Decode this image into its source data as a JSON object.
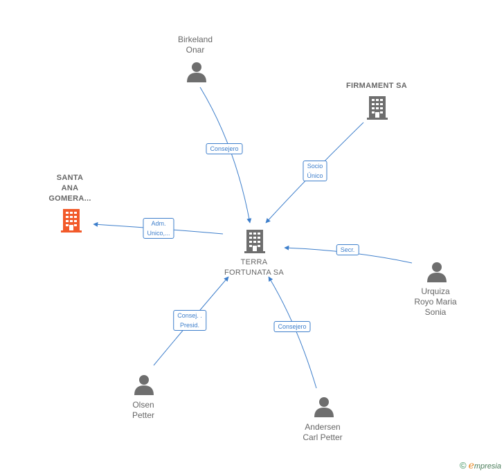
{
  "hub": {
    "name": "TERRA\nFORTUNATA SA"
  },
  "nodes": {
    "birkeland": {
      "name": "Birkeland\nOnar",
      "type": "person"
    },
    "firmament": {
      "name": "FIRMAMENT SA",
      "type": "company"
    },
    "santa_ana": {
      "name": "SANTA\nANA\nGOMERA...",
      "type": "company",
      "highlight_color": "#f25a2a"
    },
    "urquiza": {
      "name": "Urquiza\nRoyo Maria\nSonia",
      "type": "person"
    },
    "olsen": {
      "name": "Olsen\nPetter",
      "type": "person"
    },
    "andersen": {
      "name": "Andersen\nCarl Petter",
      "type": "person"
    }
  },
  "edges": {
    "birkeland": {
      "label": "Consejero"
    },
    "firmament": {
      "label": "Socio\nÚnico"
    },
    "santa_ana": {
      "label": "Adm.\nUnico,..."
    },
    "urquiza": {
      "label": "Secr."
    },
    "olsen": {
      "label": "Consej. .\nPresid."
    },
    "andersen": {
      "label": "Consejero"
    }
  },
  "colors": {
    "edge": "#3d7ecb",
    "icon": "#6e6e6e",
    "text": "#666666"
  },
  "footer": {
    "copyright_symbol": "©",
    "brand_e": "e",
    "brand_rest": "mpresia"
  }
}
